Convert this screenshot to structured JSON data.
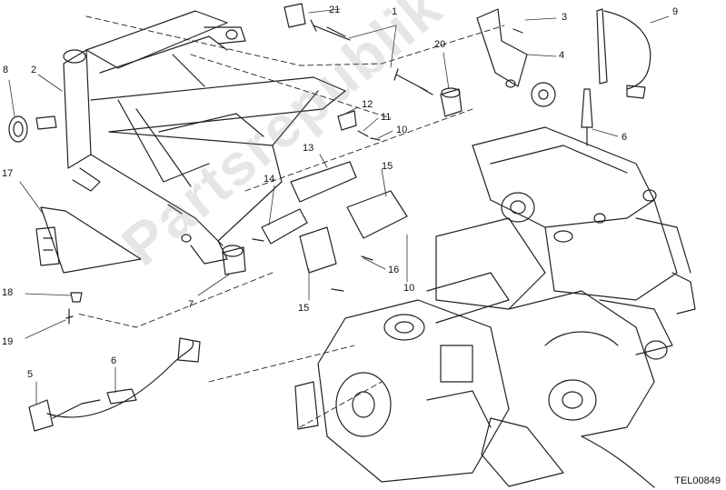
{
  "watermark": "Partsrepublik",
  "drawing_code": "TEL00849",
  "callouts": {
    "c1": "1",
    "c2": "2",
    "c3": "3",
    "c4": "4",
    "c5": "5",
    "c6a": "6",
    "c6b": "6",
    "c7": "7",
    "c8": "8",
    "c9": "9",
    "c10a": "10",
    "c10b": "10",
    "c11": "11",
    "c12": "12",
    "c13": "13",
    "c14": "14",
    "c15a": "15",
    "c15b": "15",
    "c16": "16",
    "c17": "17",
    "c18": "18",
    "c19": "19",
    "c20": "20",
    "c21": "21"
  },
  "colors": {
    "line": "#222222",
    "leader": "#333333",
    "fill": "#ffffff"
  }
}
